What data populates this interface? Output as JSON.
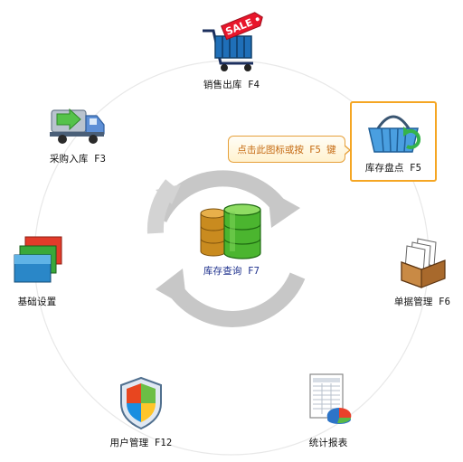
{
  "modules": {
    "sales": {
      "label": "销售出库 F4",
      "badge": "SALE"
    },
    "purchase": {
      "label": "采购入库 F3"
    },
    "inventory_count": {
      "label": "库存盘点 F5"
    },
    "basic_settings": {
      "label": "基础设置"
    },
    "documents": {
      "label": "单据管理 F6"
    },
    "inventory_query": {
      "label": "库存查询 F7"
    },
    "users": {
      "label": "用户管理 F12"
    },
    "reports": {
      "label": "统计报表"
    }
  },
  "tooltip": {
    "text": "点击此图标或按 F5 键"
  },
  "colors": {
    "selection_border": "#f5a623",
    "center_label": "#1c2f8c",
    "tooltip_text": "#c56a12"
  },
  "icons": [
    "shopping-cart-sale-icon",
    "delivery-truck-icon",
    "shopping-basket-icon",
    "stacked-tiles-icon",
    "document-box-icon",
    "database-cylinders-icon",
    "shield-icon",
    "report-chart-icon",
    "refresh-cycle-icon"
  ]
}
